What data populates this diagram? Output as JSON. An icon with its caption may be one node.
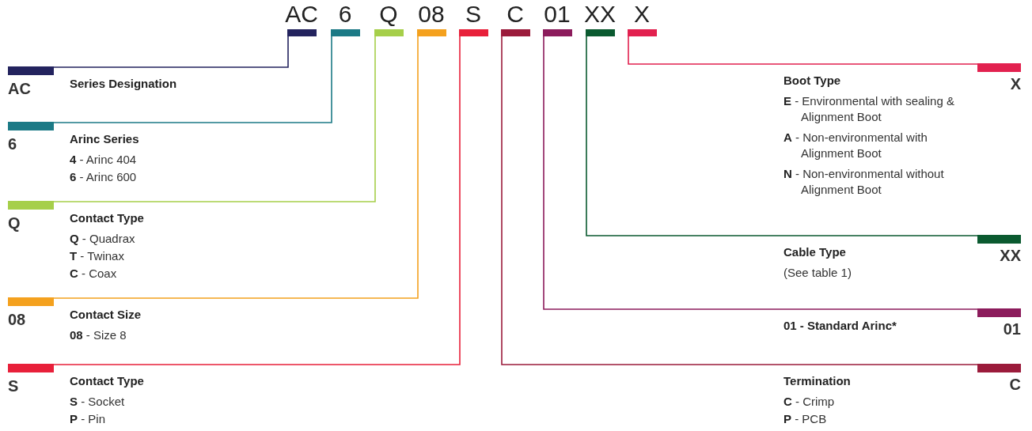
{
  "diagram": {
    "nodes": [
      {
        "text": [
          "AC"
        ]
      },
      {
        "text": [
          "6"
        ]
      },
      {
        "text": [
          "Q"
        ]
      },
      {
        "text": [
          "08"
        ]
      },
      {
        "text": [
          "S"
        ]
      },
      {
        "text": [
          "C"
        ]
      },
      {
        "text": [
          "01"
        ]
      },
      {
        "text": [
          "XX"
        ]
      },
      {
        "text": [
          "X"
        ]
      },
      {
        "text": [
          "AC",
          "Series Designation"
        ]
      },
      {
        "text": [
          "6",
          "Arinc Series",
          "**4** - Arinc 404",
          "**6** - Arinc 600"
        ]
      },
      {
        "text": [
          "Q",
          "Contact Type",
          "**Q** - Quadrax",
          "**T** - Twinax",
          "**C** - Coax"
        ]
      },
      {
        "text": [
          "08",
          "Contact Size",
          "**08** - Size 8"
        ]
      },
      {
        "text": [
          "S",
          "Contact Type",
          "**S** - Socket",
          "**P** - Pin"
        ]
      },
      {
        "text": [
          "Boot Type",
          "X",
          "**E** - Environmental with sealing & Alignment Boot",
          "**A** - Non-environmental with Alignment Boot",
          "**N** - Non-environmental without Alignment Boot"
        ]
      },
      {
        "text": [
          "Cable Type",
          "XX",
          "(See table 1)"
        ]
      },
      {
        "text": [
          "01 - Standard Arinc*",
          "01"
        ]
      },
      {
        "text": [
          "Termination",
          "C",
          "**C** - Crimp",
          "**P** - PCB"
        ]
      }
    ],
    "edges": [
      {
        "from": 0,
        "to": 9,
        "arrow": "none",
        "color": "#23235e"
      },
      {
        "from": 1,
        "to": 10,
        "arrow": "none",
        "color": "#1c7a86"
      },
      {
        "from": 2,
        "to": 11,
        "arrow": "none",
        "color": "#a6cf4a"
      },
      {
        "from": 3,
        "to": 12,
        "arrow": "none",
        "color": "#f4a11e"
      },
      {
        "from": 4,
        "to": 13,
        "arrow": "none",
        "color": "#e8203a"
      },
      {
        "from": 5,
        "to": 17,
        "arrow": "none",
        "color": "#9b1b3b"
      },
      {
        "from": 6,
        "to": 16,
        "arrow": "none",
        "color": "#8c1c5c"
      },
      {
        "from": 7,
        "to": 15,
        "arrow": "none",
        "color": "#0b5a30"
      },
      {
        "from": 8,
        "to": 14,
        "arrow": "none",
        "color": "#e2214f"
      }
    ]
  }
}
